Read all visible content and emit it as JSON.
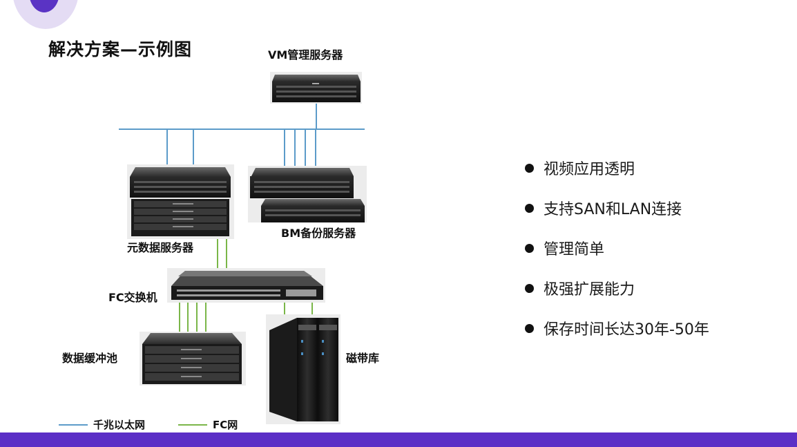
{
  "title": "解决方案—示例图",
  "nodes": {
    "vm_server": "VM管理服务器",
    "meta_server": "元数据服务器",
    "bm_server": "BM备份服务器",
    "fc_switch": "FC交换机",
    "buffer_pool": "数据缓冲池",
    "tape_library": "磁带库"
  },
  "legend": {
    "ethernet": "千兆以太网",
    "fc": "FC网"
  },
  "bullets": [
    "视频应用透明",
    "支持SAN和LAN连接",
    "管理简单",
    "极强扩展能力",
    "保存时间长达30年-50年"
  ],
  "colors": {
    "ethernet_line": "#5b9bc9",
    "fc_line": "#7ab648",
    "accent": "#5b2fc6",
    "accent_light": "#e4dcf4"
  }
}
